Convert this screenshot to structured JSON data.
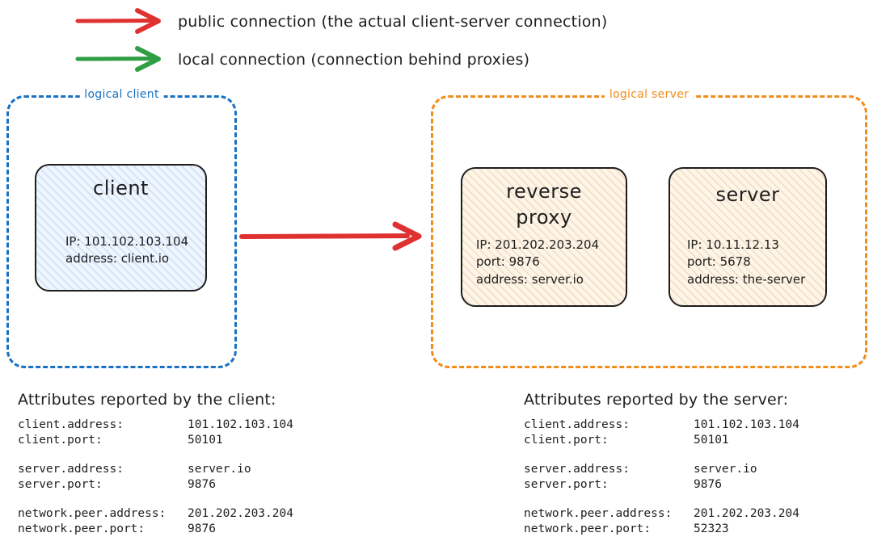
{
  "legend": {
    "items": [
      {
        "id": "public-connection",
        "label": "public connection (the actual client-server connection)",
        "color": "#e03131",
        "icon": "arrow-right-icon"
      },
      {
        "id": "local-connection",
        "label": "local connection (connection behind proxies)",
        "color": "#2f9e44",
        "icon": "arrow-right-icon"
      }
    ]
  },
  "groups": {
    "client": {
      "label": "logical client",
      "color": "#1971c2"
    },
    "server": {
      "label": "logical server",
      "color": "#f08c1a"
    }
  },
  "nodes": {
    "client": {
      "title": "client",
      "details": [
        "IP: 101.102.103.104",
        "address: client.io"
      ],
      "fill": "#eef5fd",
      "hatch_color": "#c7dcf5"
    },
    "reverse_proxy": {
      "title": "reverse\nproxy",
      "title_line1": "reverse",
      "title_line2": "proxy",
      "details": [
        "IP: 201.202.203.204",
        "port: 9876",
        "address: server.io"
      ],
      "fill": "#fdf5e9",
      "hatch_color": "#f3d9b5"
    },
    "server": {
      "title": "server",
      "details": [
        "IP: 10.11.12.13",
        "port: 5678",
        "address: the-server"
      ],
      "fill": "#fdf5e9",
      "hatch_color": "#f3d9b5"
    }
  },
  "main_arrow": {
    "color": "#e03131",
    "icon": "arrow-right-icon",
    "from": "client",
    "to": "reverse proxy"
  },
  "attributes": {
    "client": {
      "heading": "Attributes reported by the client:",
      "groups": [
        {
          "rows": [
            {
              "key": "client.address:",
              "value": "101.102.103.104"
            },
            {
              "key": "client.port:",
              "value": "50101"
            }
          ]
        },
        {
          "rows": [
            {
              "key": "server.address:",
              "value": "server.io"
            },
            {
              "key": "server.port:",
              "value": "9876"
            }
          ]
        },
        {
          "rows": [
            {
              "key": "network.peer.address:",
              "value": "201.202.203.204"
            },
            {
              "key": "network.peer.port:",
              "value": "9876"
            }
          ]
        }
      ]
    },
    "server": {
      "heading": "Attributes reported by the server:",
      "groups": [
        {
          "rows": [
            {
              "key": "client.address:",
              "value": "101.102.103.104"
            },
            {
              "key": "client.port:",
              "value": "50101"
            }
          ]
        },
        {
          "rows": [
            {
              "key": "server.address:",
              "value": "server.io"
            },
            {
              "key": "server.port:",
              "value": "9876"
            }
          ]
        },
        {
          "rows": [
            {
              "key": "network.peer.address:",
              "value": "201.202.203.204"
            },
            {
              "key": "network.peer.port:",
              "value": "52323"
            }
          ]
        }
      ]
    }
  }
}
